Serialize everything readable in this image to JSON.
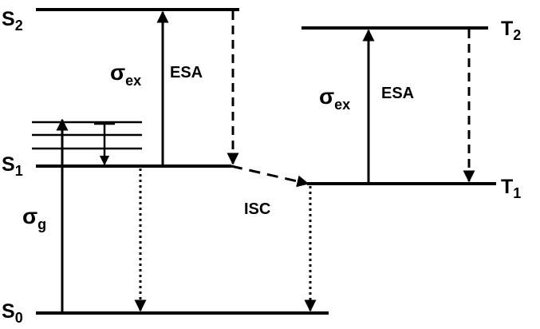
{
  "diagram": {
    "levels": {
      "s0": {
        "letter": "S",
        "sub": "0"
      },
      "s1": {
        "letter": "S",
        "sub": "1"
      },
      "s2": {
        "letter": "S",
        "sub": "2"
      },
      "t1": {
        "letter": "T",
        "sub": "1"
      },
      "t2": {
        "letter": "T",
        "sub": "2"
      }
    },
    "labels": {
      "sigma_ex_singlet": {
        "symbol": "σ",
        "sub": "ex"
      },
      "sigma_ex_triplet": {
        "symbol": "σ",
        "sub": "ex"
      },
      "sigma_g": {
        "symbol": "σ",
        "sub": "g"
      },
      "esa_singlet": "ESA",
      "esa_triplet": "ESA",
      "isc": "ISC"
    },
    "colors": {
      "line": "#000000",
      "background": "#ffffff"
    }
  }
}
